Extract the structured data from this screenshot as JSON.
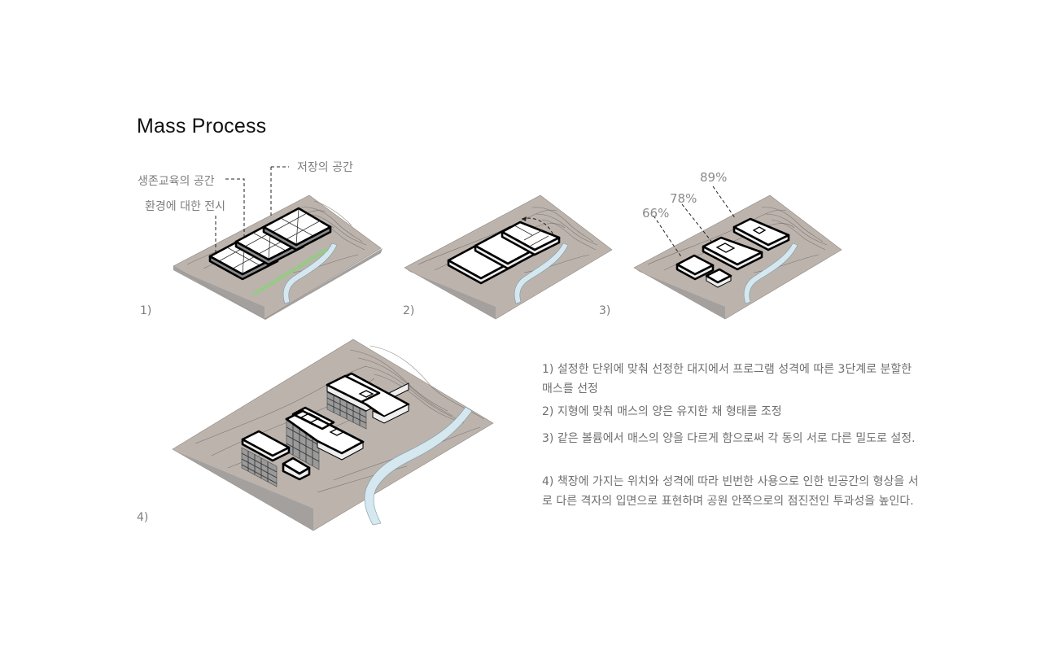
{
  "title": "Mass Process",
  "steps": {
    "s1": {
      "number": "1)",
      "labels": {
        "storage": "저장의 공간",
        "survival_education": "생존교육의 공간",
        "environment_exhibit": "환경에 대한 전시"
      }
    },
    "s2": {
      "number": "2)"
    },
    "s3": {
      "number": "3)",
      "densities": [
        "66%",
        "78%",
        "89%"
      ]
    },
    "s4": {
      "number": "4)"
    }
  },
  "descriptions": [
    "1) 설정한 단위에 맞춰 선정한 대지에서 프로그램 성격에 따른 3단계로 분할한 매스를 선정",
    "2) 지형에 맞춰 매스의 양은 유지한 채 형태를 조정",
    "3) 같은 볼륨에서 매스의 양을 다르게 함으로써 각 동의 서로 다른 밀도로 설정.",
    "4) 책장에 가지는 위치와 성격에 따라 빈번한 사용으로 인한 빈공간의 형상을 서로 다른 격자의 입면으로 표현하며 공원 안쪽으로의 점진전인 투과성을 높인다."
  ],
  "colors": {
    "terrain": "#bcb3ad",
    "terrain_front": "#a3a09e",
    "river": "#d5e7ef",
    "green_axis": "#8fcf7f",
    "label_text": "#7f7f7f",
    "title_text": "#111111"
  }
}
